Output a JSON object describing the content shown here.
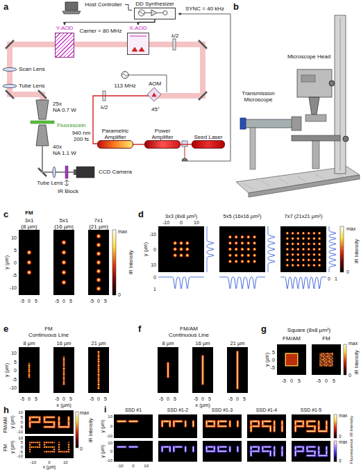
{
  "diagram": {
    "nodes": [
      {
        "text": [
          "Host Controller"
        ]
      },
      {
        "text": [
          "DD Synthesizer"
        ]
      },
      {
        "text": [
          "Y-AOD"
        ]
      },
      {
        "text": [
          "X-AOD"
        ]
      },
      {
        "text": [
          "AOM"
        ]
      },
      {
        "text": [
          "Parametric Amplifier"
        ]
      },
      {
        "text": [
          "Power Amplifier"
        ]
      },
      {
        "text": [
          "Seed Laser"
        ]
      }
    ],
    "edges": [
      {
        "from": 0,
        "to": 1,
        "arrow": "none"
      },
      {
        "from": 1,
        "to": 2,
        "arrow": "to"
      },
      {
        "from": 1,
        "to": 3,
        "arrow": "to"
      },
      {
        "from": 7,
        "to": 6,
        "arrow": "none"
      },
      {
        "from": 6,
        "to": 5,
        "arrow": "none"
      }
    ],
    "labels": [
      "a",
      "SYNC = 40 kHz",
      "Carrier = 80 MHz",
      "λ/2",
      "Scan Lens",
      "Tube Lens",
      "λ/2",
      "113 MHz",
      "45°",
      "25x",
      "NA 0.7 W",
      "Fluorescein",
      "940 nm",
      "200 fs",
      "40x",
      "NA 1.1 W",
      "Tube Lens",
      "IR Block",
      "CCD Camera",
      "b",
      "Microscope Head",
      "Transmission Microscope",
      "c",
      "FM",
      "3x1",
      "5x1",
      "7x1",
      "(8 µm)",
      "(16 µm)",
      "(21 µm)",
      "10",
      "5",
      "0",
      "-5",
      "-10",
      "y (µm)",
      "-5",
      "0",
      "5",
      "-5",
      "0",
      "5",
      "-5",
      "0",
      "5",
      "max",
      "0",
      "IR Intensity",
      "d",
      "3x3 (8x8 µm²)",
      "5x5 (16x16 µm²)",
      "7x7 (21x21 µm²)",
      "-10",
      "0",
      "10",
      "-10",
      "0",
      "10",
      "y (µm)",
      "0",
      "1",
      "0",
      "1",
      "max",
      "0",
      "IR Intensity",
      "e",
      "FM",
      "Continuous Line",
      "8 µm",
      "16 µm",
      "21 µm",
      "10",
      "5",
      "0",
      "-5",
      "-10",
      "y (µm)",
      "-5",
      "0",
      "5",
      "-5",
      "0",
      "5",
      "-5",
      "0",
      "5",
      "x (µm)",
      "f",
      "FM/AM",
      "Continuous Line",
      "8 µm",
      "16 µm",
      "21 µm",
      "-5",
      "0",
      "5",
      "-5",
      "0",
      "5",
      "-5",
      "0",
      "5",
      "x (µm)",
      "g",
      "Square (8x8 µm²)",
      "FM/AM",
      "FM",
      "5",
      "0",
      "-5",
      "y (µm)",
      "-5",
      "0",
      "5",
      "-5",
      "0",
      "5",
      "max",
      "0",
      "IR Intensity",
      "h",
      "FM/AM",
      "FM",
      "10",
      "5",
      "0",
      "-5",
      "-10",
      "y (µm)",
      "10",
      "5",
      "0",
      "-5",
      "-10",
      "y (µm)",
      "-10",
      "0",
      "10",
      "x (µm)",
      "max",
      "0",
      "IR Intensity",
      "i",
      "SSD #1",
      "SSD #1-2",
      "SSD #1-3",
      "SSD #1-4",
      "SSD #1-5",
      "10",
      "0",
      "-10",
      "y (µm)",
      "10",
      "0",
      "-10",
      "y (µm)",
      "-10",
      "0",
      "10",
      "max",
      "0",
      "IR Intensity",
      "max",
      "0",
      "Fluorescence"
    ]
  }
}
